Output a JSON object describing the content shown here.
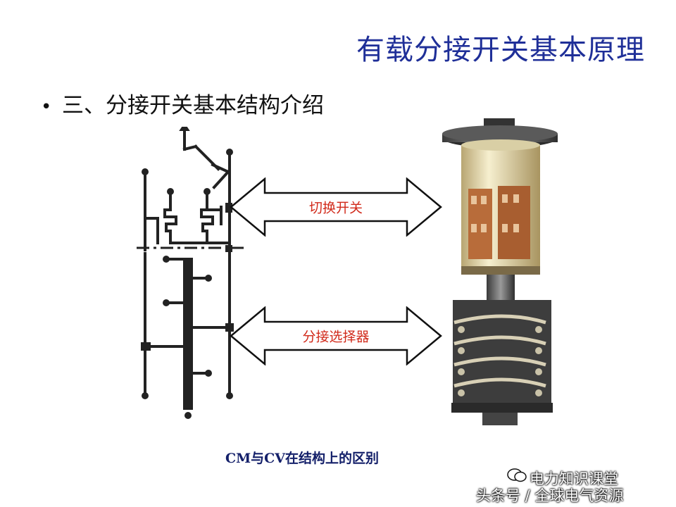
{
  "slide": {
    "title": "有载分接开关基本原理",
    "bullet_marker": "•",
    "bullet_text": "三、分接开关基本结构介绍",
    "caption": "CM与CV在结构上的区别"
  },
  "labels": {
    "diverter_switch": "切换开关",
    "tap_selector": "分接选择器"
  },
  "watermark": {
    "account": "电力知识课堂",
    "source": "头条号 / 全球电气资源"
  },
  "colors": {
    "title": "#1f2f98",
    "label": "#d12a1a",
    "caption": "#14206a"
  }
}
